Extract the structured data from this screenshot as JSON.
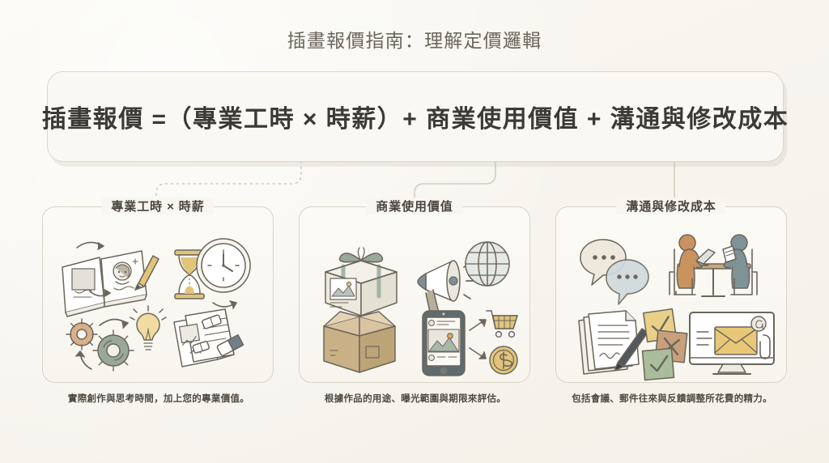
{
  "page": {
    "title": "插畫報價指南：理解定價邏輯",
    "background_color": "#f8f6f0",
    "title_color": "#6c665c"
  },
  "formula": {
    "text": "插畫報價 =（專業工時 × 時薪）+ 商業使用價值 + 溝通與修改成本",
    "box_color": "#faf8f2",
    "border_color": "#ddd8cb",
    "text_color": "#3b3a36"
  },
  "cards": [
    {
      "title": "專業工時 × 時薪",
      "caption": "實際創作與思考時間，加上您的專業價值。",
      "icons": [
        "open-sketchbook-icon",
        "pencil-icon",
        "hourglass-icon",
        "wall-clock-icon",
        "gears-icon",
        "lightbulb-icon",
        "paper-stack-icon",
        "eraser-icon"
      ]
    },
    {
      "title": "商業使用價值",
      "caption": "根據作品的用途、曝光範圍與期限來評估。",
      "icons": [
        "gift-box-icon",
        "megaphone-icon",
        "globe-icon",
        "cardboard-box-icon",
        "smartphone-post-icon",
        "shopping-cart-icon",
        "coin-dollar-icon"
      ]
    },
    {
      "title": "溝通與修改成本",
      "caption": "包括會議、郵件往來與反饋調整所花費的精力。",
      "icons": [
        "speech-bubbles-icon",
        "meeting-people-icon",
        "signed-documents-icon",
        "pen-icon",
        "sticky-notes-icon",
        "desktop-monitor-icon",
        "email-envelope-icon",
        "paperclip-icon"
      ]
    }
  ],
  "palette": {
    "ink": "#5a564e",
    "tan": "#c9a87c",
    "sage": "#97a394",
    "slate": "#7f8d96",
    "gold": "#e2c47a",
    "rust": "#c08f6a",
    "paper": "#fbfaf6"
  }
}
